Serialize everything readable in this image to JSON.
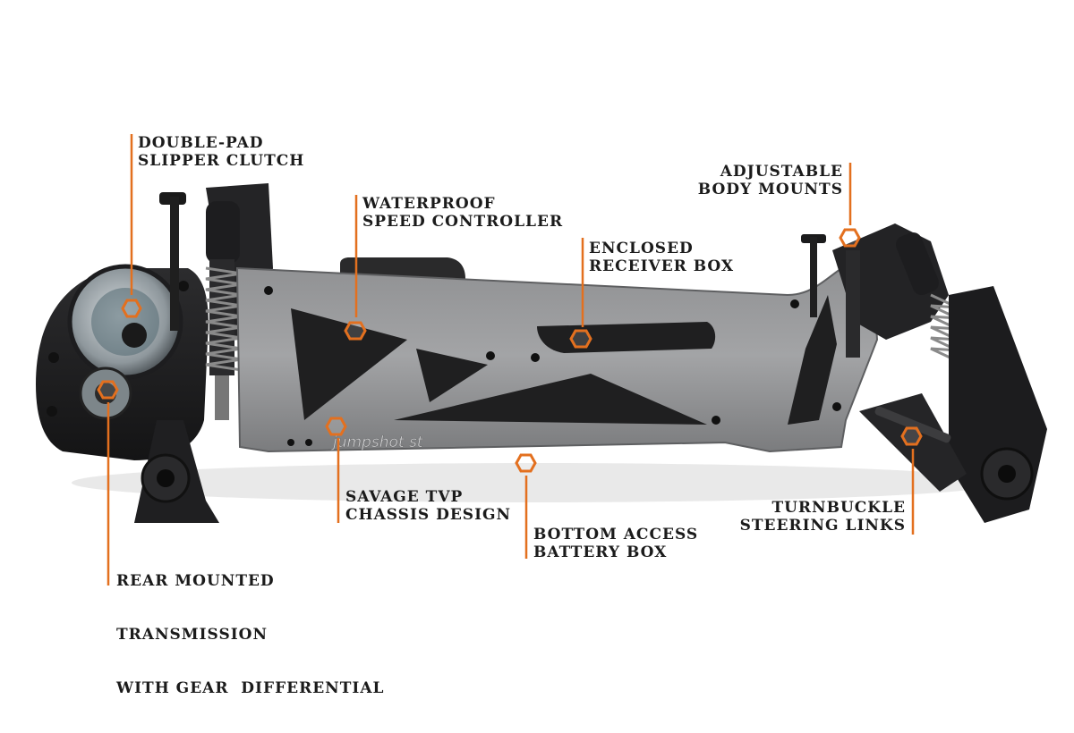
{
  "accent_color": "#e3701f",
  "chassis_model": "jumpshot st",
  "callouts": [
    {
      "id": "slipper",
      "lines": [
        "DOUBLE-PAD",
        "SLIPPER CLUTCH"
      ]
    },
    {
      "id": "esc",
      "lines": [
        "WATERPROOF",
        "SPEED CONTROLLER"
      ]
    },
    {
      "id": "receiver",
      "lines": [
        "ENCLOSED",
        "RECEIVER BOX"
      ]
    },
    {
      "id": "bodymounts",
      "lines": [
        "ADJUSTABLE",
        "BODY MOUNTS"
      ]
    },
    {
      "id": "chassis",
      "lines": [
        "SAVAGE TVP",
        "CHASSIS DESIGN"
      ]
    },
    {
      "id": "battery",
      "lines": [
        "BOTTOM ACCESS",
        "BATTERY BOX"
      ]
    },
    {
      "id": "steering",
      "lines": [
        "TURNBUCKLE",
        "STEERING LINKS"
      ]
    },
    {
      "id": "transmission",
      "lines": [
        "REAR MOUNTED",
        "TRANSMISSION",
        "WITH GEAR  DIFFERENTIAL"
      ]
    }
  ]
}
